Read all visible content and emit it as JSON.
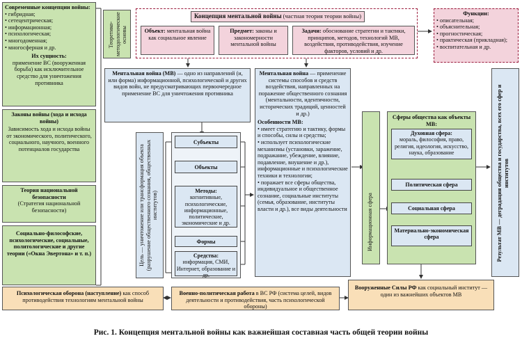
{
  "left": {
    "modern": {
      "title": "Современные концепции войны:",
      "items": [
        "гибридная;",
        "сетецентрическая;",
        "информационная;",
        "психологическая;",
        "многодоменная;",
        "многосферная и др."
      ],
      "essence_title": "Их сущность:",
      "essence_text": "применение ВС (вооруженная борьба) как исключительное средство для уничтожения противника"
    },
    "laws": {
      "title": "Законы войны (хода и исхода войны)",
      "text": "Зависимость хода и исхода войны от экономического, политического, социального, научного, военного потенциалов государства"
    },
    "security": {
      "title": "Теория национальной безопасности",
      "text": "(Стратегия национальной безопасности)"
    },
    "social": {
      "text": "Социально-философские, психологические, социальные, политологические и другие теории («Окна Эвертона» и т. п.)"
    }
  },
  "theory_basis": "Теоретико-методологические основы",
  "concept": {
    "title": "Концепция ментальной войны",
    "subtitle": "(частная теория теории войны)",
    "object_label": "Объект:",
    "object_text": "ментальная война как социальное явление",
    "subject_label": "Предмет:",
    "subject_text": "законы и закономерности ментальной войны",
    "tasks_label": "Задачи:",
    "tasks_text": "обоснование стратегии и тактики, принципов, методов, технологий МВ, воздействия, противодействия, изучение факторов, условий и др."
  },
  "functions": {
    "title": "Функции:",
    "items": [
      "описательная;",
      "объяснительная;",
      "прогностическая;",
      "практическая (прикладная);",
      "воспитательная и др."
    ]
  },
  "mv_def": {
    "title": "Ментальная война (МВ)",
    "text": "— одно из направлений (и, или форма) информационной, психологической и других видов войн, не предусматривающих первоочередное применение ВС для уничтожения противника"
  },
  "mv_center": {
    "title": "Ментальная война",
    "text": "— применение системы способов и средств воздействия, направленных на поражение общественного сознания (ментальности, идентичности, исторических традиций, ценностей и др.)",
    "features_title": "Особенности МВ:",
    "features": [
      "имеет стратегию и тактику, формы и способы, силы и средства;",
      "использует психологические механизмы (установки, заражение, подражание, убеждение, влияние, подавление, внушение и др.), информационные и психологические техники и технологии;",
      "поражает все сферы общества, индивидуальное и общественное сознание, социальные институты (семья, образование, институты власти и др.), все виды деятельности"
    ]
  },
  "goal": "Цель — уничтожение или трансформация объекта (разрушение общественного сознания, общественных институтов)",
  "chain": {
    "subjects": "Субъекты",
    "objects": "Объекты",
    "methods_title": "Методы:",
    "methods_text": "когнитивные, психологические, информационные, политические, экономические и др.",
    "forms": "Формы",
    "means_title": "Средства:",
    "means_text": "информация, СМИ, Интернет, образование и др."
  },
  "info_sphere": "Информационная сфера",
  "spheres": {
    "title": "Сферы общества как объекты МВ:",
    "spiritual_title": "Духовная сфера:",
    "spiritual_text": "мораль, философия, право, религия, идеология, искусство, наука, образование",
    "political": "Политическая сфера",
    "social": "Социальная сфера",
    "economic": "Материально-экономическая сфера"
  },
  "result": "Результат МВ — деградация общества и государства, всех его сфер и институтов",
  "bottom": {
    "psych_title": "Психологическая оборона (наступление)",
    "psych_text": "как способ противодействия технологиям ментальной войны",
    "military_title": "Военно-политическая работа",
    "military_text": "в ВС РФ (система целей, видов деятельности и противодействия, часть психологической обороны)",
    "army_title": "Вооруженные Силы РФ",
    "army_text": "как социальный институт — один из важнейших объектов МВ"
  },
  "caption": "Рис. 1. Концепция ментальной войны как важнейшая составная часть общей теории войны"
}
